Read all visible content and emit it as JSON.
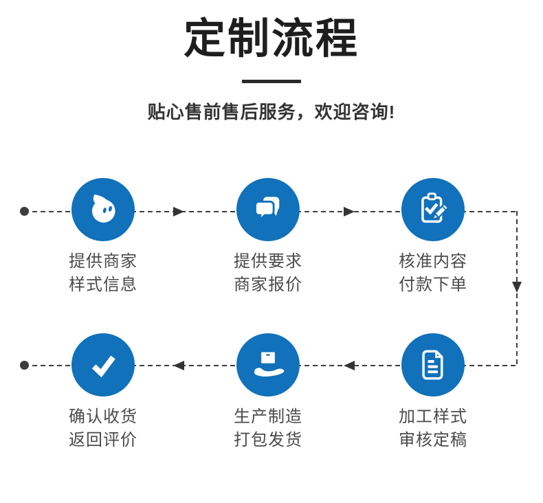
{
  "header": {
    "title": "定制流程",
    "subtitle": "贴心售前售后服务，欢迎咨询!"
  },
  "colors": {
    "circle_blue": "#1171BA",
    "connector_gray": "#3c3c3c",
    "label_gray": "#4a4a4a",
    "title_black": "#1e1e1e"
  },
  "flow": {
    "direction_note": "top row left-to-right, down on right side, bottom row right-to-left"
  },
  "steps": [
    {
      "order": 1,
      "icon": "chat-mascot-icon",
      "label_line1": "提供商家",
      "label_line2": "样式信息"
    },
    {
      "order": 2,
      "icon": "chat-bubbles-icon",
      "label_line1": "提供要求",
      "label_line2": "商家报价"
    },
    {
      "order": 3,
      "icon": "clipboard-check-icon",
      "label_line1": "核准内容",
      "label_line2": "付款下单"
    },
    {
      "order": 4,
      "icon": "document-icon",
      "label_line1": "加工样式",
      "label_line2": "审核定稿"
    },
    {
      "order": 5,
      "icon": "hand-box-icon",
      "label_line1": "生产制造",
      "label_line2": "打包发货"
    },
    {
      "order": 6,
      "icon": "checkmark-icon",
      "label_line1": "确认收货",
      "label_line2": "返回评价"
    }
  ]
}
